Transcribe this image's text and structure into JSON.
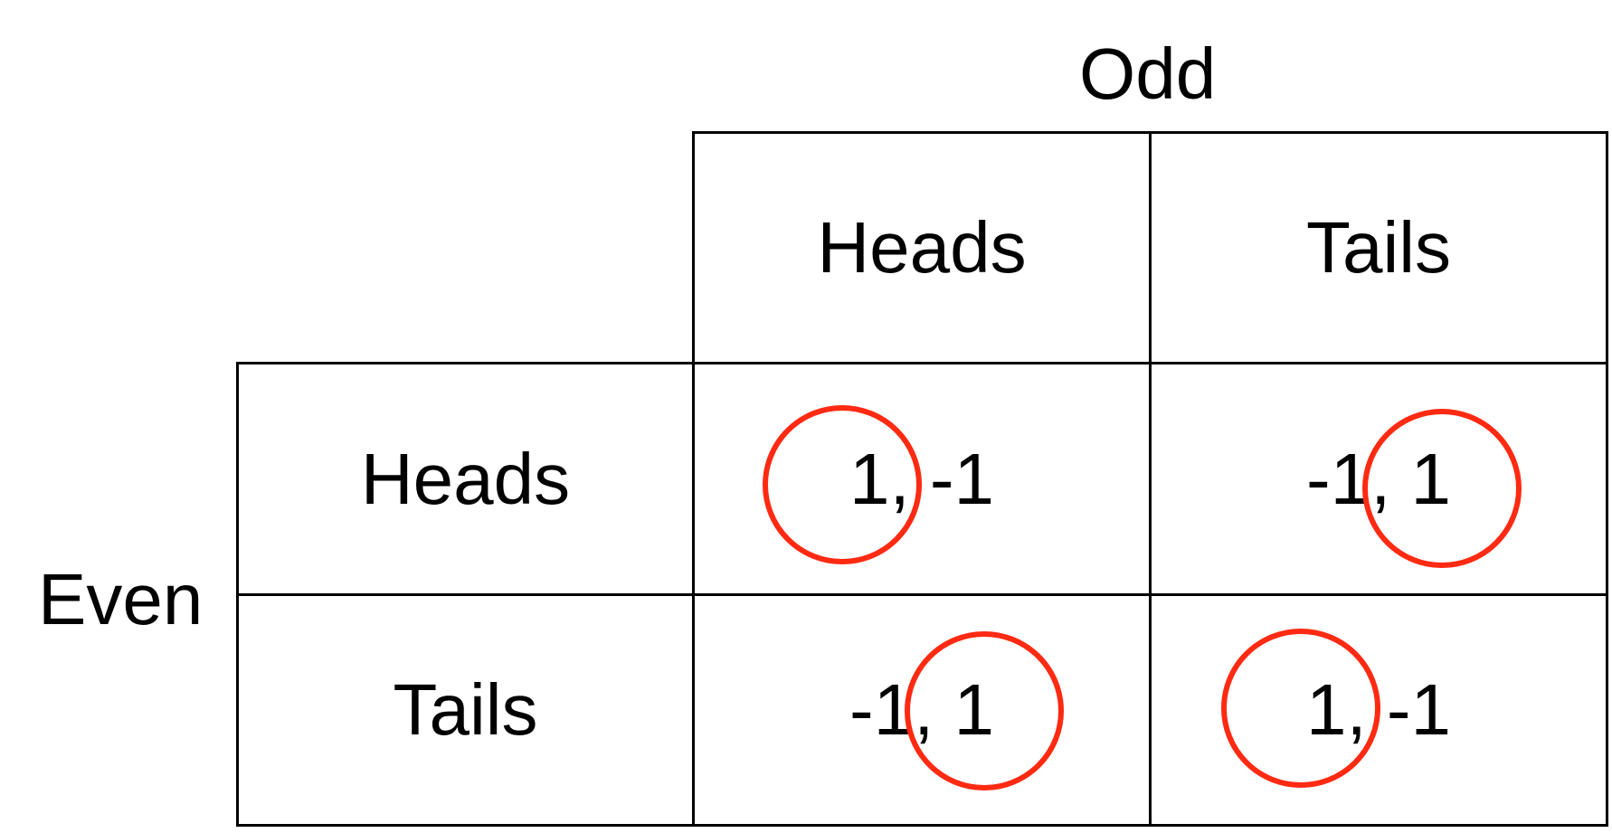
{
  "players": {
    "column": "Odd",
    "row": "Even"
  },
  "strategies": {
    "column": [
      "Heads",
      "Tails"
    ],
    "row": [
      "Heads",
      "Tails"
    ]
  },
  "payoffs": [
    [
      {
        "row_payoff": "1",
        "col_payoff": "-1",
        "circled": "row"
      },
      {
        "row_payoff": "-1",
        "col_payoff": "1",
        "circled": "col"
      }
    ],
    [
      {
        "row_payoff": "-1",
        "col_payoff": "1",
        "circled": "col"
      },
      {
        "row_payoff": "1",
        "col_payoff": "-1",
        "circled": "row"
      }
    ]
  ],
  "payoff_separator": ",",
  "colors": {
    "grid": "#000000",
    "circle": "#ff2a12",
    "text": "#000000",
    "background": "#ffffff"
  }
}
